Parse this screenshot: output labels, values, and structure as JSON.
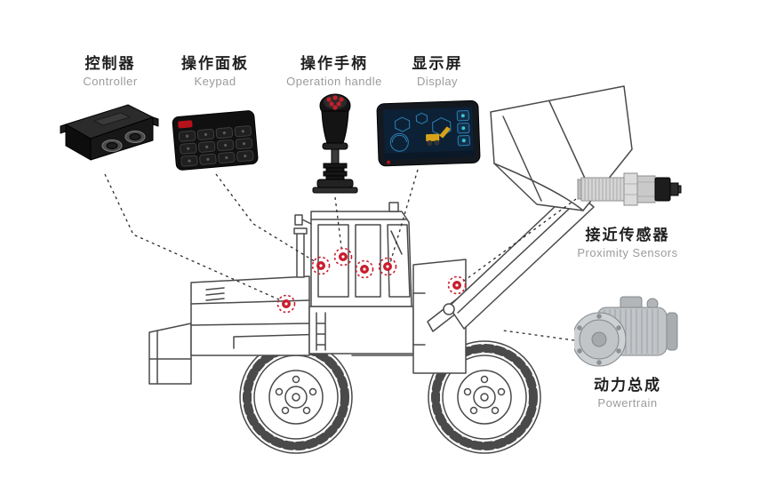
{
  "diagram": {
    "title_implicit": "Wheel loader electronic components overview",
    "components": [
      {
        "id": "controller",
        "zh": "控制器",
        "en": "Controller"
      },
      {
        "id": "keypad",
        "zh": "操作面板",
        "en": "Keypad"
      },
      {
        "id": "operation-handle",
        "zh": "操作手柄",
        "en": "Operation handle"
      },
      {
        "id": "display",
        "zh": "显示屏",
        "en": "Display"
      },
      {
        "id": "proximity-sensors",
        "zh": "接近传感器",
        "en": "Proximity Sensors"
      },
      {
        "id": "powertrain",
        "zh": "动力总成",
        "en": "Powertrain"
      }
    ],
    "colors": {
      "marker_red": "#c81e2e",
      "zh_label": "#1f1f1f",
      "en_label": "#9b9b9b",
      "line_dark": "#4a4a4a",
      "background": "#ffffff"
    }
  }
}
